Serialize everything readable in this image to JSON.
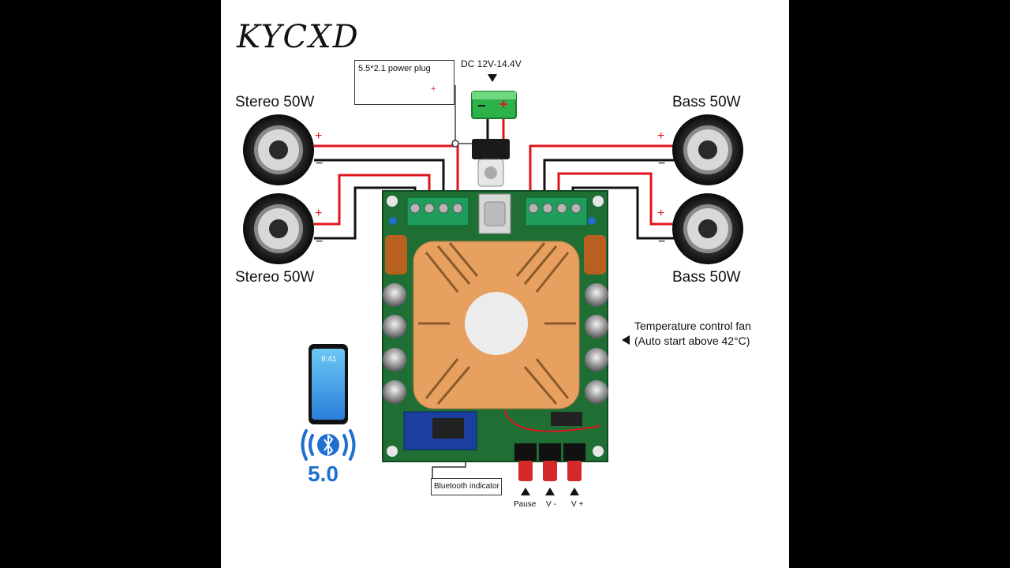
{
  "brand": "KYCXD",
  "power": {
    "plug_label": "5.5*2.1 power plug",
    "dc_label": "DC 12V-14.4V",
    "battery_minus": "−",
    "battery_plus": "+"
  },
  "speakers": {
    "top_left": "Stereo 50W",
    "bottom_left": "Stereo 50W",
    "top_right": "Bass 50W",
    "bottom_right": "Bass 50W"
  },
  "polarity": {
    "plus": "+",
    "minus": "−"
  },
  "fan_label_line1": "Temperature control fan",
  "fan_label_line2": "(Auto start above 42°C)",
  "bluetooth": {
    "version": "5.0",
    "indicator_label": "Bluetooth indicator",
    "phone_time": "9:41"
  },
  "buttons": {
    "pause": "Pause",
    "vol_down": "V -",
    "vol_up": "V +"
  },
  "colors": {
    "wire_red": "#e0141c",
    "wire_black": "#111111",
    "pcb_green": "#1f6e34",
    "heatsink": "#e8a060",
    "bt_blue": "#1f6fd0"
  }
}
